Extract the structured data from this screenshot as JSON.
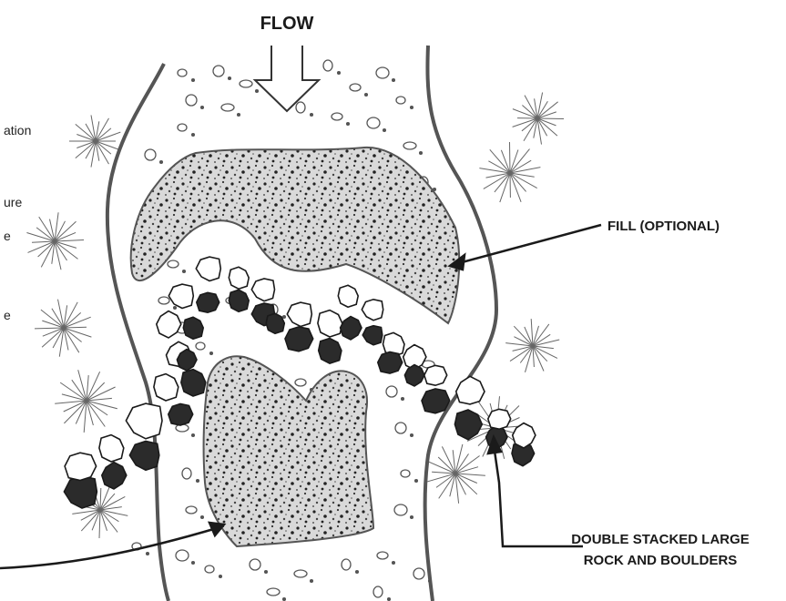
{
  "diagram": {
    "flow_label": "FLOW",
    "fill_label": "FILL (OPTIONAL)",
    "boulder_label_line1": "DOUBLE STACKED LARGE",
    "boulder_label_line2": "ROCK AND BOULDERS",
    "cut_off_labels": [
      "ation",
      "ure",
      "e",
      "e"
    ],
    "colors": {
      "ink": "#1a1a1a",
      "channel_line": "#555555",
      "fill_area": "#d6d6d6",
      "boulder_dark": "#2b2b2b",
      "boulder_light": "#ffffff"
    }
  }
}
